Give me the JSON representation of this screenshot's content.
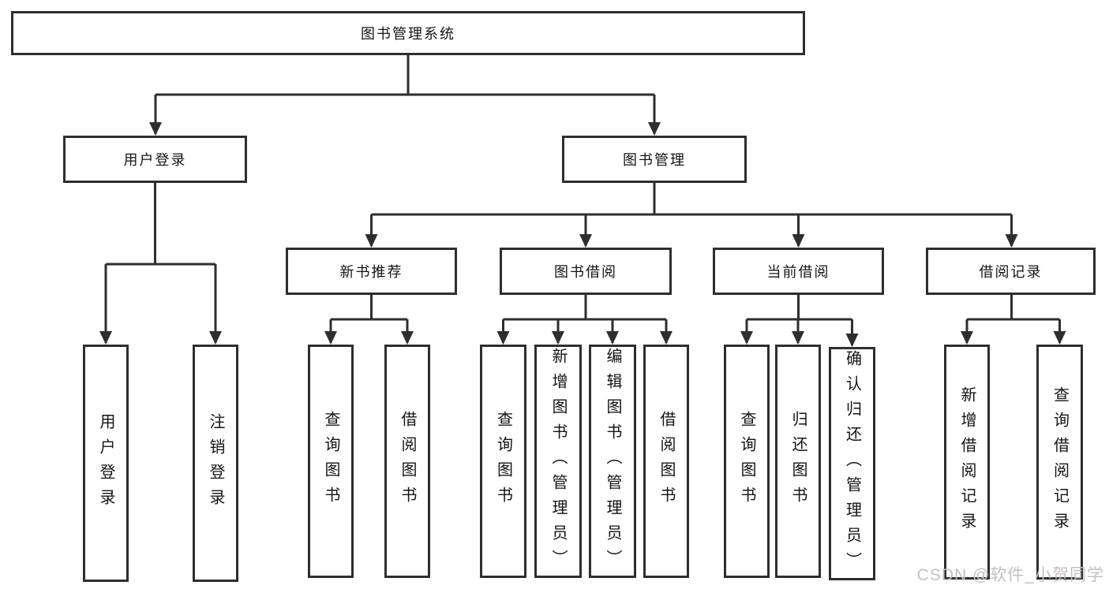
{
  "tree": {
    "root": {
      "label": "图书管理系统",
      "children": [
        {
          "label": "用户登录",
          "children": [
            {
              "label": "用户登录"
            },
            {
              "label": "注销登录"
            }
          ]
        },
        {
          "label": "图书管理",
          "children": [
            {
              "label": "新书推荐",
              "children": [
                {
                  "label": "查询图书"
                },
                {
                  "label": "借阅图书"
                }
              ]
            },
            {
              "label": "图书借阅",
              "children": [
                {
                  "label": "查询图书"
                },
                {
                  "label": "新增图书（管理员）"
                },
                {
                  "label": "编辑图书（管理员）"
                },
                {
                  "label": "借阅图书"
                }
              ]
            },
            {
              "label": "当前借阅",
              "children": [
                {
                  "label": "查询图书"
                },
                {
                  "label": "归还图书"
                },
                {
                  "label": "确认归还（管理员）"
                }
              ]
            },
            {
              "label": "借阅记录",
              "children": [
                {
                  "label": "新增借阅记录"
                },
                {
                  "label": "查询借阅记录"
                }
              ]
            }
          ]
        }
      ]
    }
  },
  "watermark": "CSDN @软件_小贺同学",
  "colors": {
    "line": "#2e2e2e",
    "text": "#141414",
    "watermark": "#c3c0bf",
    "background": "#ffffff"
  }
}
